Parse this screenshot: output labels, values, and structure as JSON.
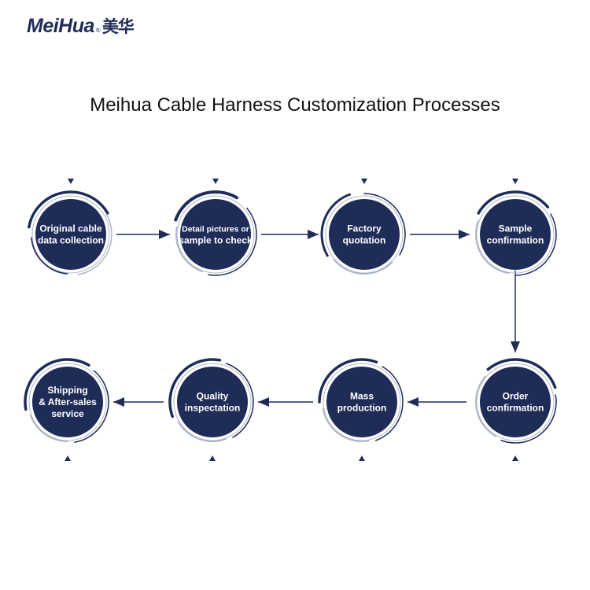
{
  "brand": {
    "latin": "MeiHua",
    "registered": "®",
    "cjk": "美华",
    "color": "#1f2c58"
  },
  "title": "Meihua Cable Harness Customization Processes",
  "colors": {
    "node_fill": "#1f2c58",
    "ring": "#1f2c58",
    "ring_light": "#aeb6c8",
    "line": "#1f2c58"
  },
  "steps": [
    {
      "id": "step-original-cable-data-collection",
      "lines": [
        "Original cable",
        "data collection"
      ]
    },
    {
      "id": "step-detail-pictures-or-sample",
      "lines": [
        "Detail pictures or",
        "sample to check"
      ]
    },
    {
      "id": "step-factory-quotation",
      "lines": [
        "Factory",
        "quotation"
      ]
    },
    {
      "id": "step-sample-confirmation",
      "lines": [
        "Sample",
        "confirmation"
      ]
    },
    {
      "id": "step-order-confirmation",
      "lines": [
        "Order",
        "confirmation"
      ]
    },
    {
      "id": "step-mass-production",
      "lines": [
        "Mass",
        "production"
      ]
    },
    {
      "id": "step-quality-inspectation",
      "lines": [
        "Quality",
        "inspectation"
      ]
    },
    {
      "id": "step-shipping-after-sales",
      "lines": [
        "Shipping",
        "& After-sales",
        "service"
      ]
    }
  ]
}
